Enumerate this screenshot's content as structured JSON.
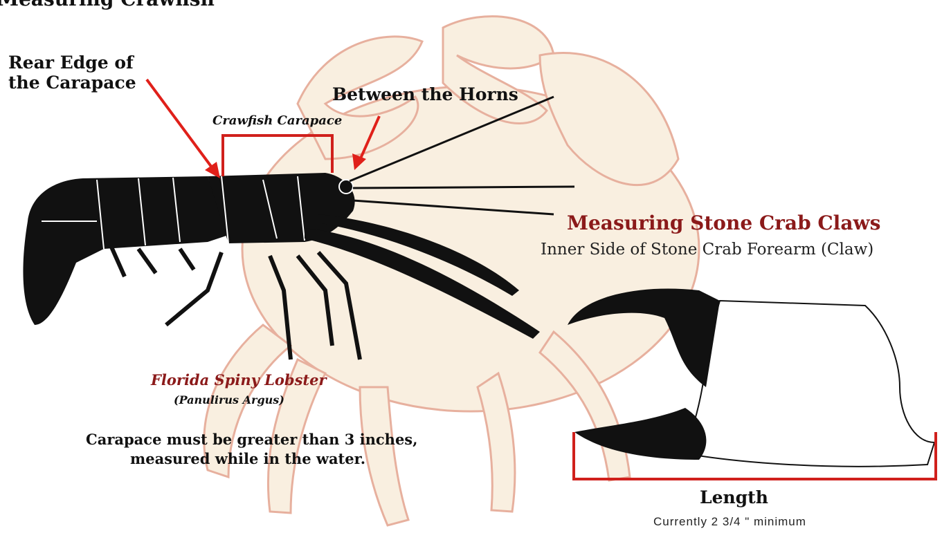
{
  "header": {
    "title": "Measuring Crawfish"
  },
  "crawfish": {
    "rear_edge_label": "Rear Edge of\nthe Carapace",
    "horns_label": "Between the Horns",
    "carapace_label": "Crawfish Carapace",
    "species_name": "Florida Spiny Lobster",
    "species_latin": "(Panulirus Argus)",
    "rule_line1": "Carapace must be greater than 3 inches,",
    "rule_line2": "measured while in the water."
  },
  "stone_crab": {
    "title": "Measuring Stone Crab Claws",
    "subtitle": "Inner Side of Stone Crab Forearm (Claw)",
    "length_label": "Length",
    "minimum_note": "Currently 2 3/4 \" minimum"
  },
  "colors": {
    "arrow_red": "#e0201a",
    "bracket_red": "#d0201c",
    "crab_sketch": "#e7b09e",
    "crab_fill": "#f9efe0",
    "silhouette": "#111111",
    "crab_title": "#8b1a1a"
  },
  "icons": {
    "lobster": "lobster-silhouette-icon",
    "crab": "stone-crab-sketch-icon",
    "claw": "crab-claw-icon"
  }
}
